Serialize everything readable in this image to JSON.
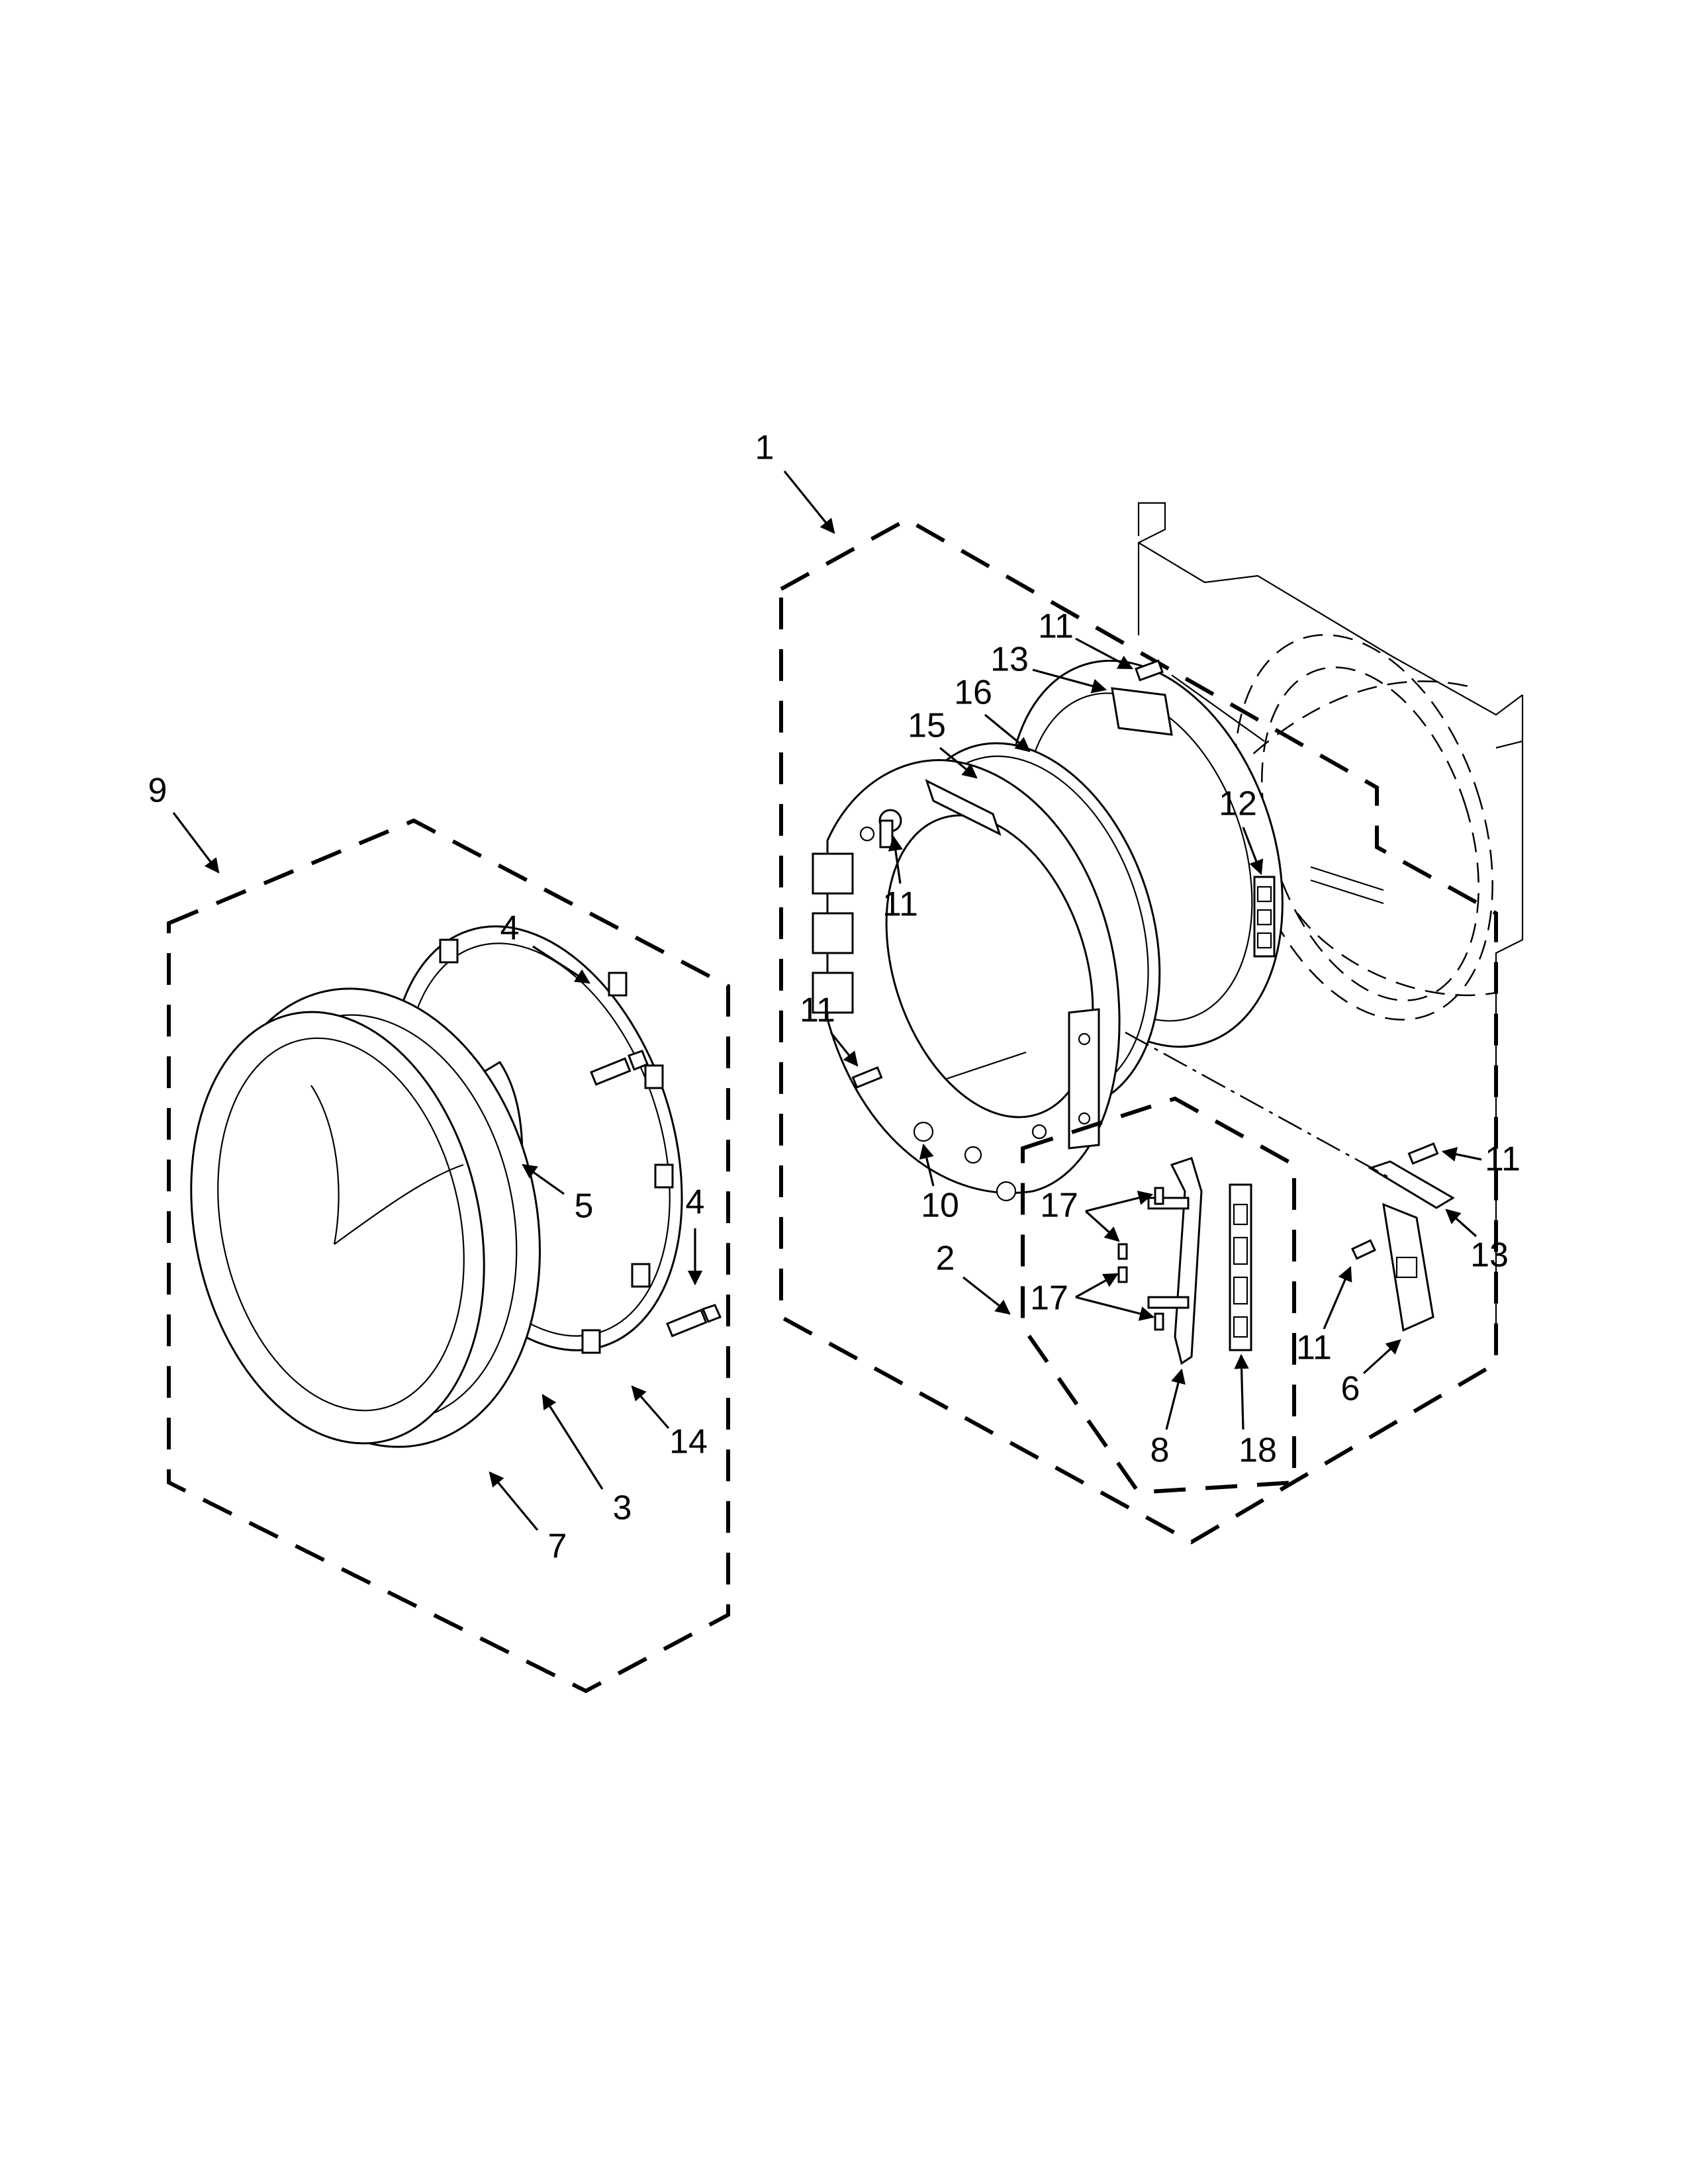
{
  "diagram": {
    "callouts": {
      "c1": "1",
      "c2": "2",
      "c3": "3",
      "c4a": "4",
      "c4b": "4",
      "c5": "5",
      "c6": "6",
      "c7": "7",
      "c8": "8",
      "c9": "9",
      "c10": "10",
      "c11a": "11",
      "c11b": "11",
      "c11c": "11",
      "c11d": "11",
      "c11e": "11",
      "c12": "12",
      "c13a": "13",
      "c13b": "13",
      "c14": "14",
      "c15": "15",
      "c16": "16",
      "c17a": "17",
      "c17b": "17",
      "c18": "18"
    },
    "icons": {
      "arrowhead": "filled-triangle",
      "screw": "hex-head-screw"
    }
  }
}
